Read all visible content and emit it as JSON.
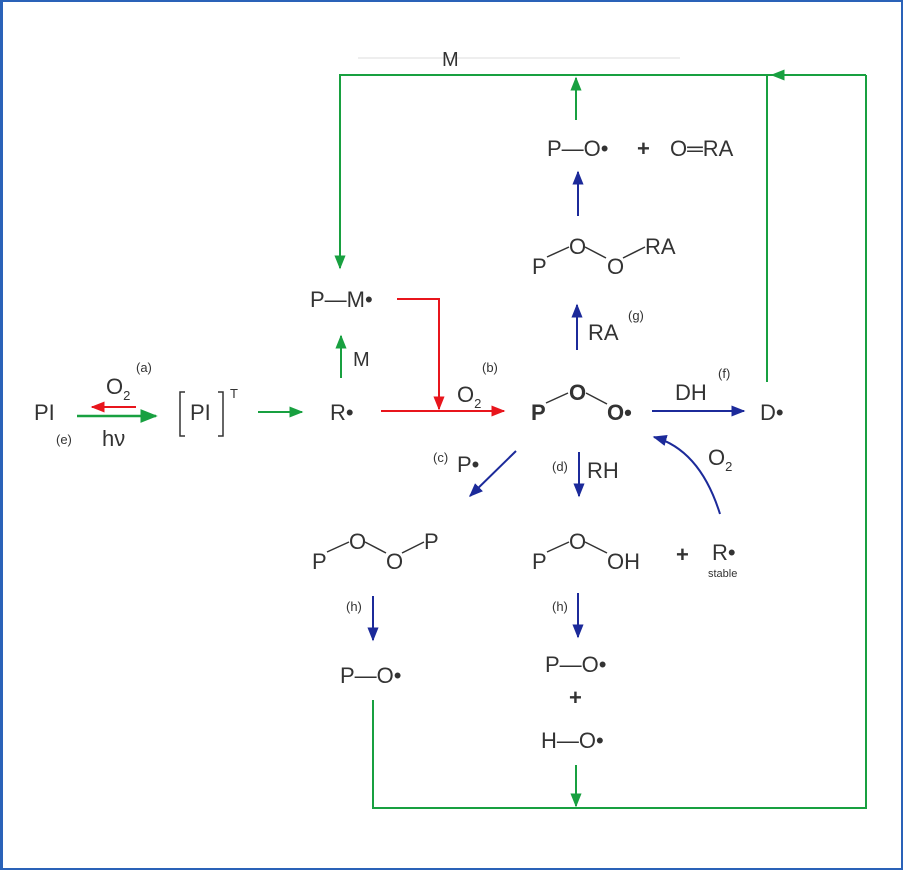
{
  "diagram": {
    "type": "photoinitiated oxidation reaction scheme",
    "colors": {
      "frame": "#2a62b8",
      "green_path": "#18a040",
      "red_path": "#e8151c",
      "blue_path": "#1c2a9a",
      "text": "#333333"
    },
    "species": {
      "pi": "PI",
      "pi_triplet_base": "PI",
      "pi_triplet_sup": "T",
      "r_radical": "R•",
      "p_m_radical": "P—M•",
      "peroxy_p": "P",
      "peroxy_o1": "O",
      "peroxy_o2": "O•",
      "d_radical": "D•",
      "p_o_o_ra_p": "P",
      "p_o_o_ra_o1": "O",
      "p_o_o_ra_o2": "O",
      "p_o_o_ra_ra": "RA",
      "po_radical_top": "P—O•",
      "plus_top": "+",
      "o_ra": "O═RA",
      "p_o_o_p_p1": "P",
      "p_o_o_p_o1": "O",
      "p_o_o_p_o2": "O",
      "p_o_o_p_p2": "P",
      "po_radical_left": "P—O•",
      "p_o_oh_p": "P",
      "p_o_oh_o": "O",
      "p_o_oh_oh": "OH",
      "plus_mid": "+",
      "r_stable": "R•",
      "r_stable_sub": "stable",
      "po_radical_bottom": "P—O•",
      "plus_bottom": "+",
      "ho_radical": "H—O•"
    },
    "reagents": {
      "o2_a": "O",
      "o2_a_sub": "2",
      "tag_a": "(a)",
      "hv": "hν",
      "tag_e": "(e)",
      "m_side": "M",
      "m_top": "M",
      "o2_b": "O",
      "o2_b_sub": "2",
      "tag_b": "(b)",
      "tag_c": "(c)",
      "p_radical_c": "P•",
      "tag_d": "(d)",
      "rh": "RH",
      "ra_g": "RA",
      "tag_g": "(g)",
      "dh": "DH",
      "tag_f": "(f)",
      "o2_return": "O",
      "o2_return_sub": "2",
      "tag_h_left": "(h)",
      "tag_h_right": "(h)"
    }
  }
}
